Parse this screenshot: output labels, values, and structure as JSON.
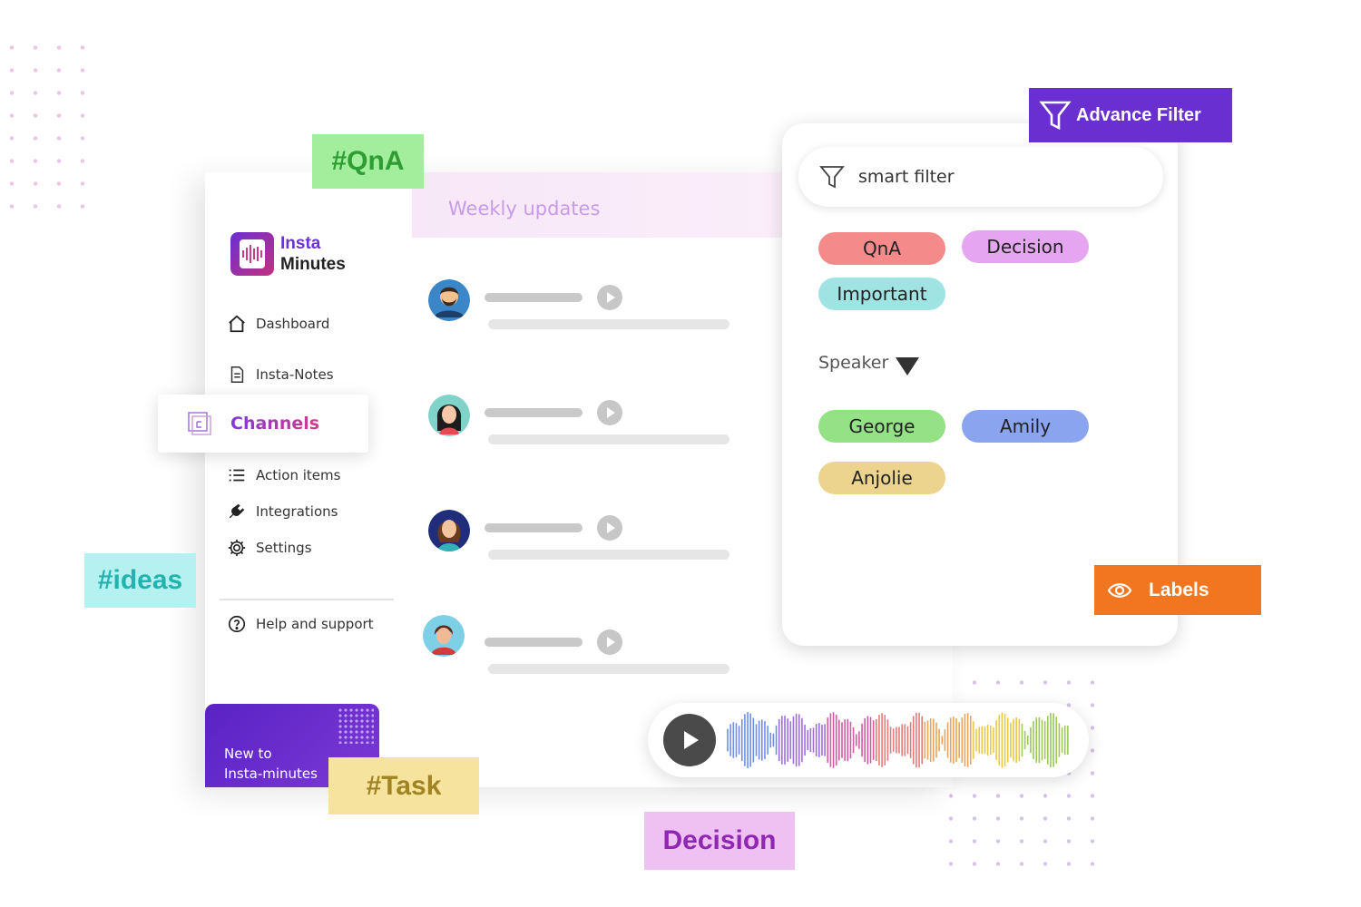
{
  "app": {
    "logo": {
      "line1": "Insta",
      "line2": "Minutes"
    },
    "nav": {
      "dashboard": "Dashboard",
      "insta_notes": "Insta-Notes",
      "channels": "Channels",
      "action_items": "Action items",
      "integrations": "Integrations",
      "settings": "Settings",
      "help": "Help and support"
    },
    "promo": {
      "line1": "New to",
      "line2": "Insta-minutes"
    },
    "header_title": "Weekly updates"
  },
  "filter": {
    "search_placeholder": "smart filter",
    "label_chips": [
      {
        "label": "QnA",
        "color": "#f58a8a"
      },
      {
        "label": "Decision",
        "color": "#e6a5f0"
      },
      {
        "label": "Important",
        "color": "#9fe3e2"
      }
    ],
    "speaker_label": "Speaker",
    "speaker_chips": [
      {
        "label": "George",
        "color": "#94e285"
      },
      {
        "label": "Amily",
        "color": "#8aa4ef"
      },
      {
        "label": "Anjolie",
        "color": "#ecd48e"
      }
    ]
  },
  "buttons": {
    "advance_filter": "Advance Filter",
    "labels": "Labels"
  },
  "tags": {
    "qna": "#QnA",
    "ideas": "#ideas",
    "task": "#Task",
    "decision": "Decision"
  },
  "colors": {
    "brand_purple": "#6a2fd0",
    "labels_orange": "#f2761f"
  }
}
